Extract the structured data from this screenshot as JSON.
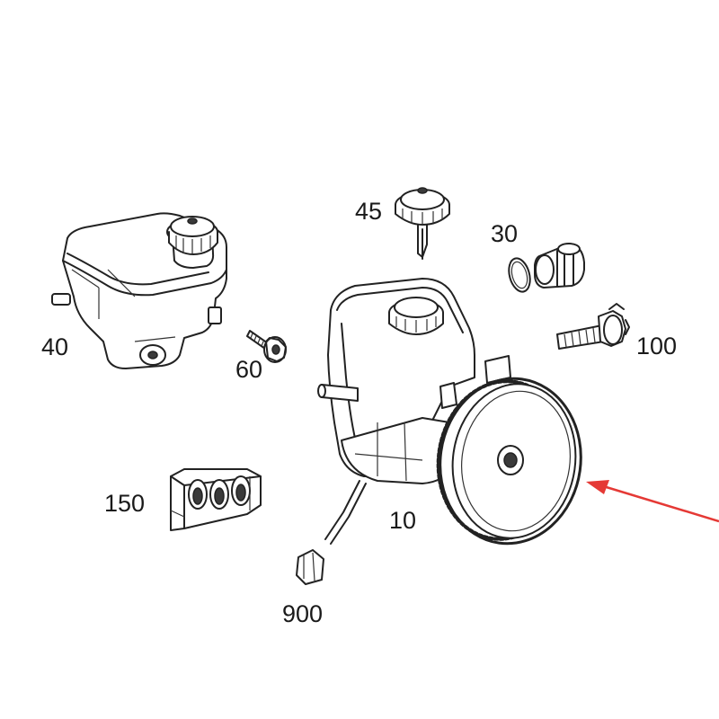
{
  "parts": [
    {
      "id": "reservoir",
      "number": "40"
    },
    {
      "id": "cap",
      "number": "45"
    },
    {
      "id": "seal-fitting",
      "number": "30"
    },
    {
      "id": "screw-small",
      "number": "60"
    },
    {
      "id": "bolt",
      "number": "100"
    },
    {
      "id": "bracket",
      "number": "150"
    },
    {
      "id": "pump",
      "number": "10"
    },
    {
      "id": "connector",
      "number": "900"
    }
  ],
  "pointer": {
    "color": "#e53935",
    "target": "pump-pulley"
  },
  "colors": {
    "line": "#222222",
    "background": "#ffffff"
  }
}
